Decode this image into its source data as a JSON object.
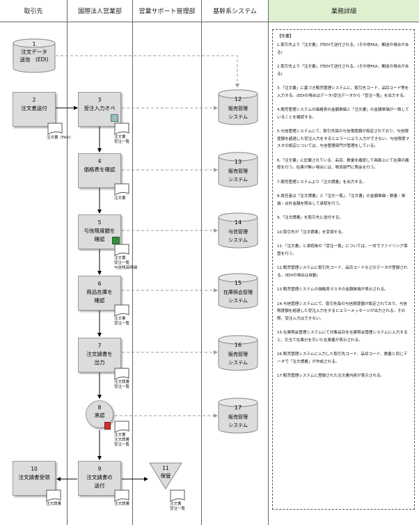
{
  "lanes": [
    "取引先",
    "国際法人営業部",
    "営業サポート管理部",
    "基幹系システム",
    "業務詳細"
  ],
  "processes": [
    {
      "num": "1",
      "label1": "注文データ",
      "label2": "送信　(EDI)"
    },
    {
      "num": "2",
      "label1": "注文書送付",
      "label2": ""
    },
    {
      "num": "3",
      "label1": "受注入力オペ",
      "label2": ""
    },
    {
      "num": "4",
      "label1": "価格表を確認",
      "label2": ""
    },
    {
      "num": "5",
      "label1": "与信限度額を",
      "label2": "確認"
    },
    {
      "num": "6",
      "label1": "商品在庫を",
      "label2": "確認"
    },
    {
      "num": "7",
      "label1": "注文請書を",
      "label2": "出力"
    },
    {
      "num": "8",
      "label1": "承認",
      "label2": ""
    },
    {
      "num": "9",
      "label1": "注文請書の",
      "label2": "送付"
    },
    {
      "num": "10",
      "label1": "注文請書受領",
      "label2": ""
    },
    {
      "num": "11",
      "label1": "保管",
      "label2": ""
    }
  ],
  "databases": [
    {
      "num": "12",
      "line1": "販売管理",
      "line2": "システム"
    },
    {
      "num": "13",
      "line1": "販売管理",
      "line2": "システム"
    },
    {
      "num": "14",
      "line1": "与信管理",
      "line2": "システム"
    },
    {
      "num": "15",
      "line1": "在庫照会管理",
      "line2": "システム"
    },
    {
      "num": "16",
      "line1": "販売管理",
      "line2": "システム"
    },
    {
      "num": "17",
      "line1": "販売管理",
      "line2": "システム"
    }
  ],
  "docs": {
    "d2": "注文書（FAX)",
    "d3a": "注文書",
    "d3b": "受注一覧",
    "d4": "注文書",
    "d5a": "注文書",
    "d5b": "受注一覧",
    "d5c": "与信残高明細",
    "d6a": "注文書",
    "d6b": "受注一覧",
    "d7a": "注文請書",
    "d7b": "受注一覧",
    "d8a": "注文書",
    "d8b": "注文請書",
    "d8c": "受注一覧",
    "d9": "注文請書",
    "d10": "注文請書",
    "d11a": "注文書",
    "d11b": "受注一覧"
  },
  "notes": {
    "title": "【作業】",
    "items": [
      "1.取引先より「注文書」がEDIで送付される。(その他FAX、郵送の場合がある)",
      "2.取引先より「注文書」がEDIで送付される。(その他FAX、郵送の場合がある)",
      "3.「注文書」に基づき販売管理システムに、取引先コード、品目コード等を入力する。(EDIの場合はデータ)受注データから「受注一覧」を出力する。",
      "4.販売管理システムの価格表の金額単価と「注文書」の金額単価が一致していることを確認する。",
      "5.与信管理システムにて、取引先毎の与信限度額が設定されており、与信限度額を超過した受注入力をするとエラーにより入力ができない。与信限度マスタの設定については、与信管理部門が管理をしている。",
      "6.「注文書」に記載されている、品目、数量を確認して画面上にて在庫の確認を行う。在庫が無い場合には、物流部門に照会を行う。",
      "7.販売管理システムより「注文請書」を出力する。",
      "8.責任者は「注文請書」と「注文一覧」、「注文書」の金額単価・数量・単価・合計金額を照合して承認を行う。",
      "9.「注文請書」を取引先に送付する。",
      "10.取引先が「注文請書」を受領する。",
      "11.「注文書」と承認後の「受注一覧」については、一対でファイリング保管を行う。",
      "12.販売管理システムに取引先コード、品目コードなどのデータが登録される。(EDIの場合は自動)",
      "13.販売管理システムの価格表マスタの金額単価が表示される。",
      "14.与信管理システムにて、取引先毎の与信限度額が設定されており、与信限度額を超過した受注入力をするとエラーメッセージが出力される。その際、受注入力はできない。",
      "15.在庫照会管理システムにて対象品目を在庫照会管理システムに入力すると、引当て在庫分を引いた在庫量が表示される。",
      "16.販売管理システムに入力した取引先コード、品目コード、数量と同じデータで「注文請書」が作成される。",
      "17.販売管理システムに登録された注文書内容が表示される。"
    ]
  },
  "colors": {
    "header_notes": "#dff0d0",
    "shape_fill": "#dcdcdc",
    "line": "#000000",
    "dashed": "#999999"
  }
}
